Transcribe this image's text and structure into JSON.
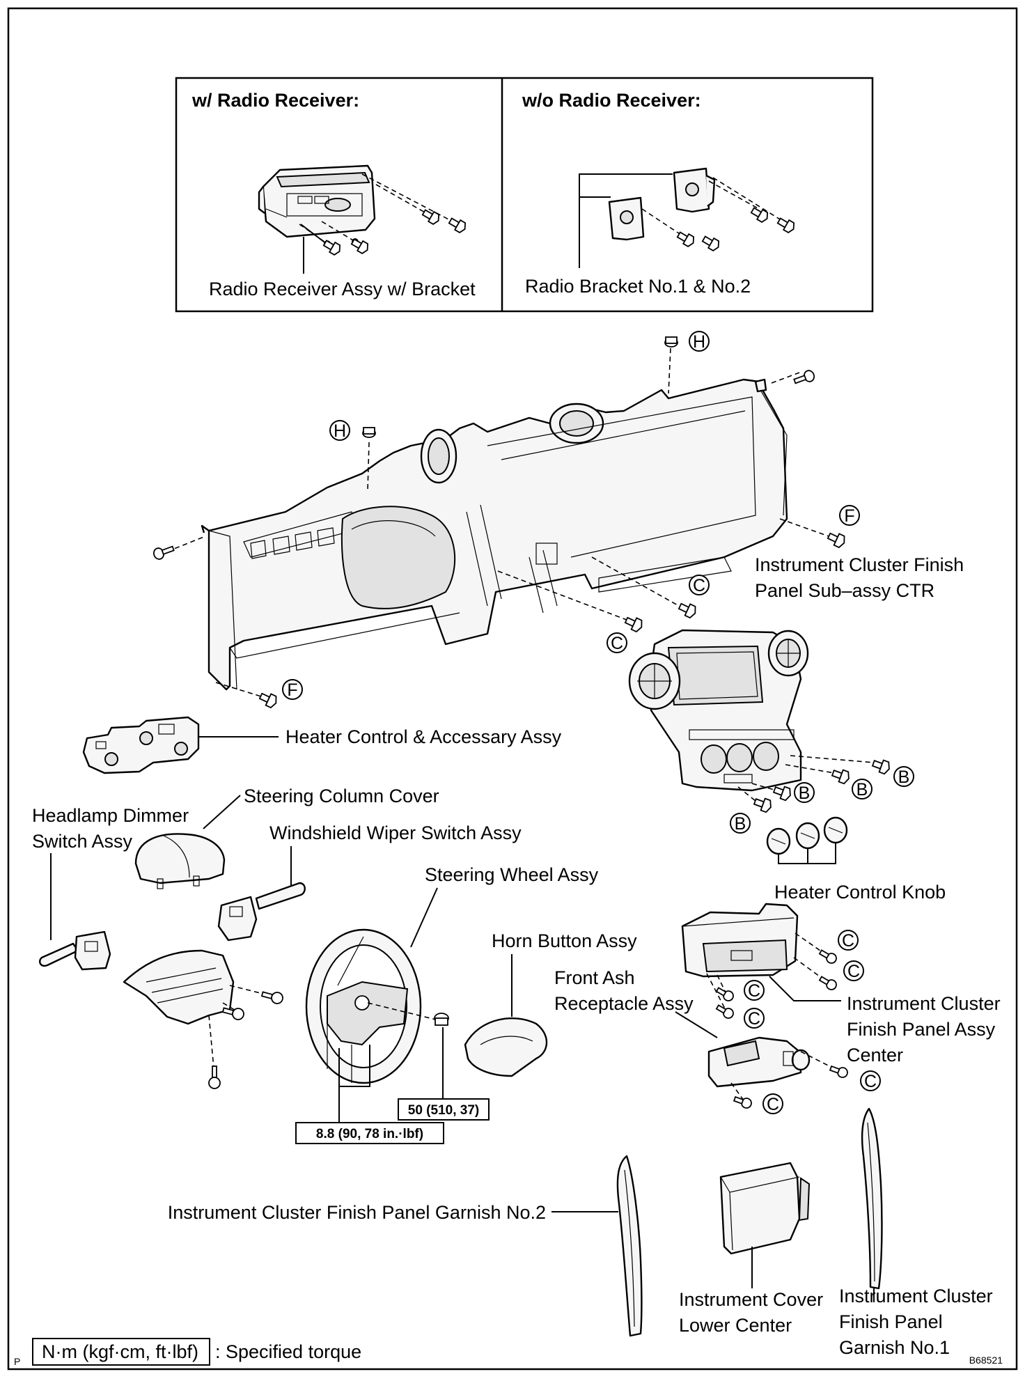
{
  "inset": {
    "left_header": "w/ Radio Receiver:",
    "right_header": "w/o Radio Receiver:",
    "left_part": "Radio Receiver Assy w/ Bracket",
    "right_part": "Radio Bracket No.1 & No.2"
  },
  "callouts": {
    "H": "H",
    "F": "F",
    "C": "C",
    "B": "B"
  },
  "labels": {
    "cluster_ctr_1": "Instrument Cluster Finish",
    "cluster_ctr_2": "Panel Sub–assy CTR",
    "heater_control": "Heater Control & Accessary Assy",
    "steering_column_cover": "Steering Column Cover",
    "headlamp_1": "Headlamp Dimmer",
    "headlamp_2": "Switch Assy",
    "wiper_switch": "Windshield Wiper Switch Assy",
    "steering_wheel": "Steering Wheel Assy",
    "heater_knob": "Heater Control Knob",
    "horn_button": "Horn Button Assy",
    "ash_1": "Front Ash",
    "ash_2": "Receptacle Assy",
    "panel_center_1": "Instrument Cluster",
    "panel_center_2": "Finish Panel Assy",
    "panel_center_3": "Center",
    "garnish_no2": "Instrument Cluster Finish Panel Garnish No.2",
    "cover_lower_1": "Instrument Cover",
    "cover_lower_2": "Lower Center",
    "garnish_no1_1": "Instrument Cluster",
    "garnish_no1_2": "Finish Panel",
    "garnish_no1_3": "Garnish No.1"
  },
  "torque": {
    "nut": "50 (510, 37)",
    "bolts": "8.8 (90, 78 in.·lbf)",
    "legend_units": "N·m (kgf·cm, ft·lbf)",
    "legend_text": ": Specified torque"
  },
  "corner": {
    "left": "P",
    "right": "B68521"
  }
}
